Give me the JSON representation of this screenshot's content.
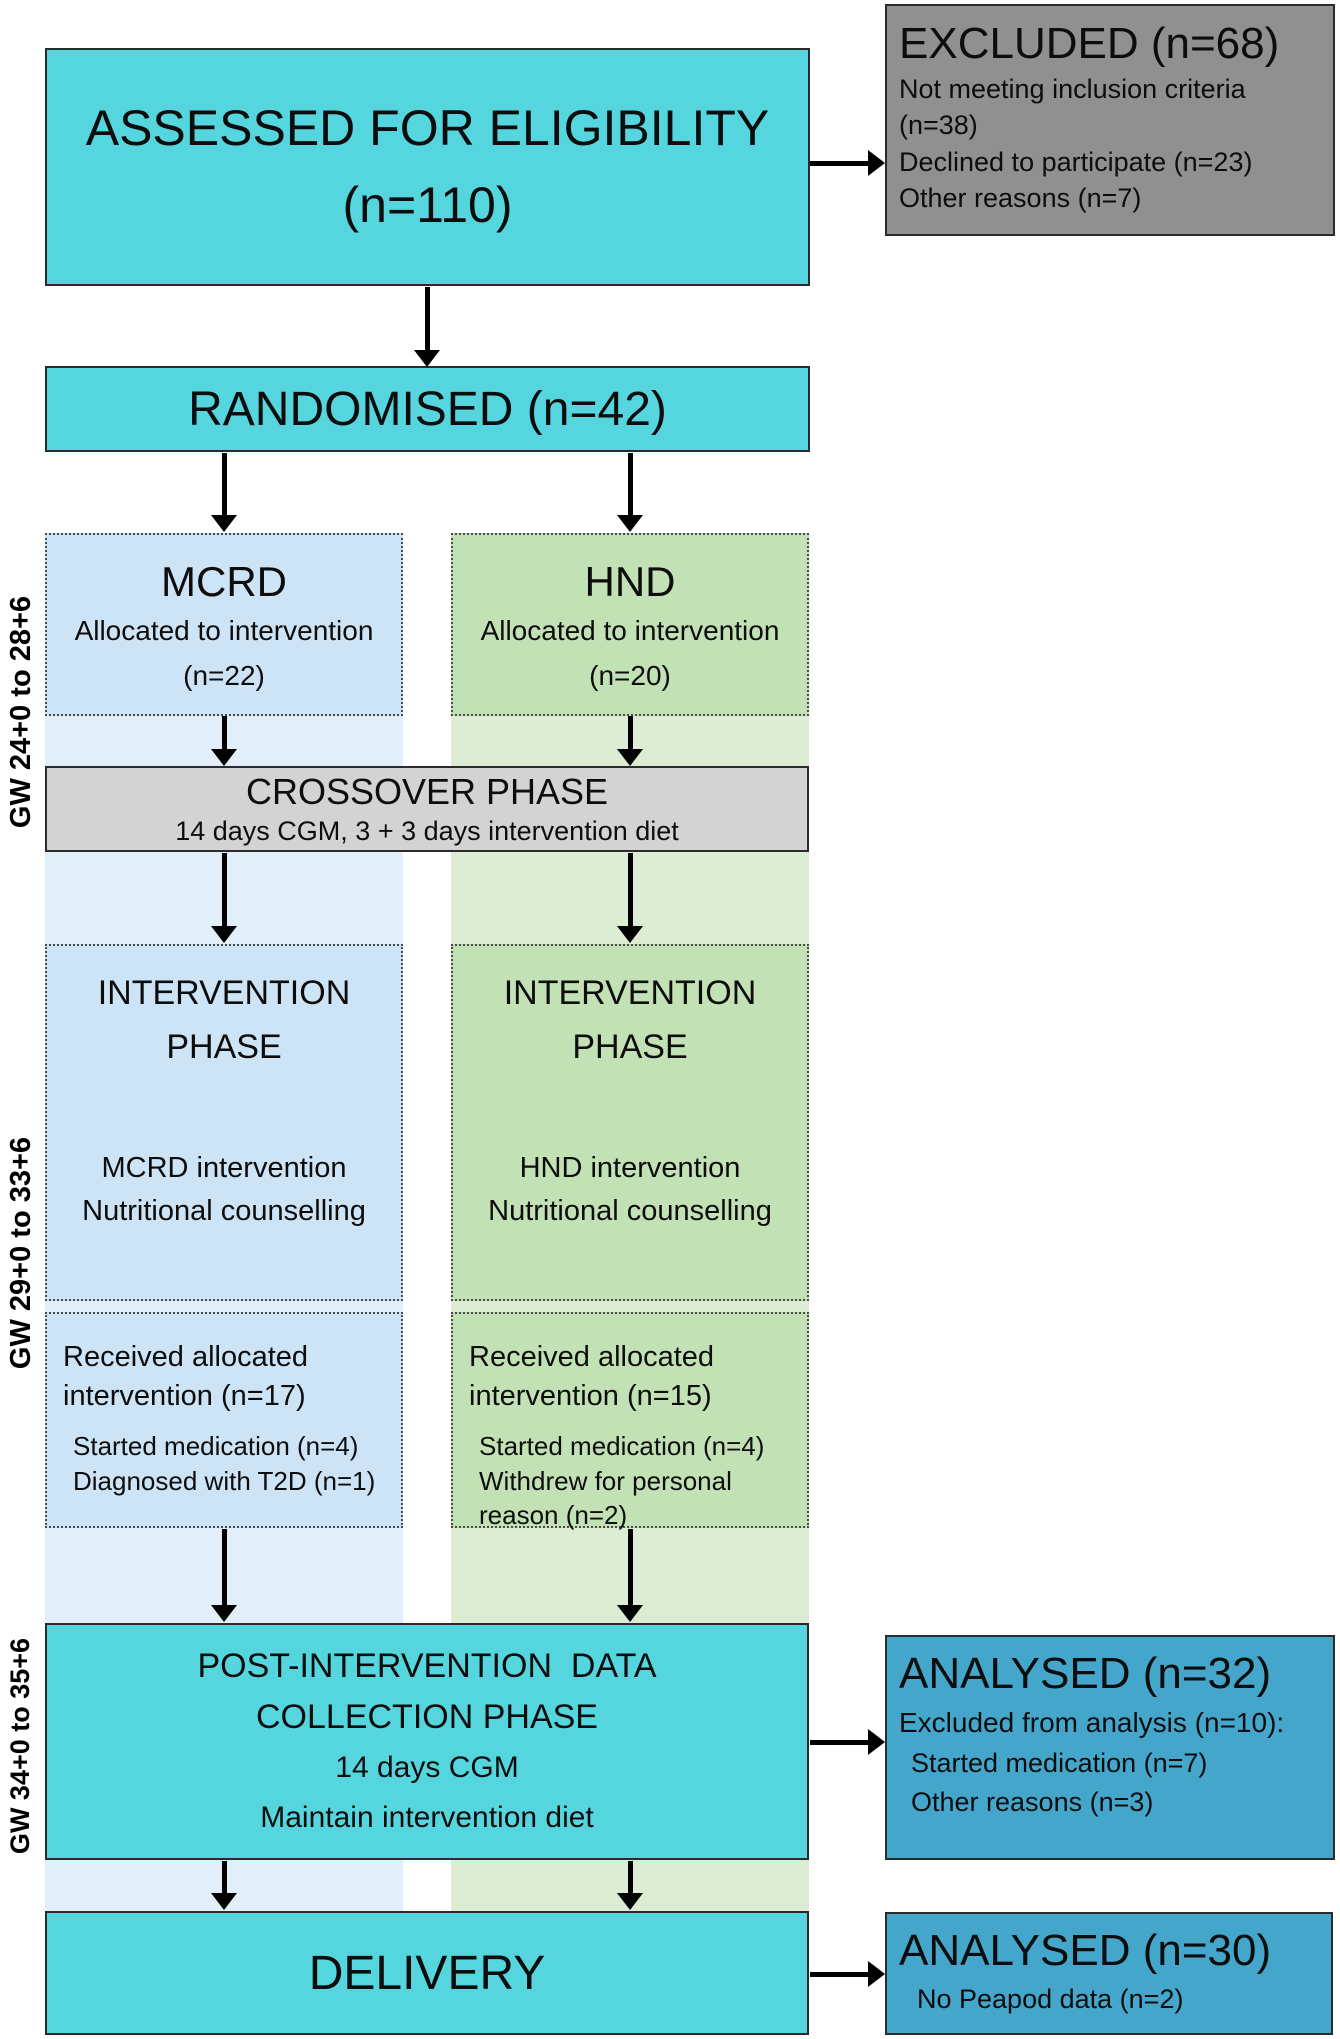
{
  "colors": {
    "teal": "#55d6de",
    "excluded_gray": "#909090",
    "crossover_gray": "#d3d3d3",
    "mcrd_blue_box": "#cde3f6",
    "mcrd_blue_band": "#e2eefa",
    "hnd_green_box": "#c2e1b5",
    "hnd_green_band": "#dcedd4",
    "analysed_blue": "#44a6cb",
    "arrow_black": "#000000"
  },
  "gw_labels": [
    "GW 24+0 to 28+6",
    "GW 29+0 to 33+6",
    "GW 34+0 to 35+6"
  ],
  "boxes": {
    "assessed": {
      "title": "ASSESSED FOR ELIGIBILITY",
      "n": "(n=110)"
    },
    "excluded": {
      "title": "EXCLUDED (n=68)",
      "lines": [
        "Not meeting inclusion criteria (n=38)",
        "Declined to participate (n=23)",
        "Other reasons (n=7)"
      ]
    },
    "randomised": {
      "title": "RANDOMISED (n=42)"
    },
    "mcrd": {
      "title": "MCRD",
      "line1": "Allocated to intervention",
      "line2": "(n=22)"
    },
    "hnd": {
      "title": "HND",
      "line1": "Allocated to intervention",
      "line2": "(n=20)"
    },
    "crossover": {
      "title": "CROSSOVER PHASE",
      "subtitle": "14 days CGM, 3 + 3 days intervention diet"
    },
    "intervention_mcrd": {
      "title1": "INTERVENTION",
      "title2": "PHASE",
      "body1": "MCRD intervention",
      "body2": "Nutritional counselling"
    },
    "intervention_hnd": {
      "title1": "INTERVENTION",
      "title2": "PHASE",
      "body1": "HND intervention",
      "body2": "Nutritional counselling"
    },
    "received_mcrd": {
      "main": "Received allocated intervention (n=17)",
      "subs": [
        "Started medication (n=4)",
        "Diagnosed with T2D (n=1)"
      ]
    },
    "received_hnd": {
      "main": "Received allocated intervention (n=15)",
      "subs": [
        "Started medication (n=4)",
        "Withdrew for personal reason (n=2)"
      ]
    },
    "post": {
      "title1": "POST-INTERVENTION  DATA",
      "title2": "COLLECTION PHASE",
      "line1": "14 days CGM",
      "line2": "Maintain intervention diet"
    },
    "analysed32": {
      "title": "ANALYSED (n=32)",
      "main": "Excluded from analysis (n=10):",
      "subs": [
        "Started medication (n=7)",
        "Other reasons (n=3)"
      ]
    },
    "delivery": {
      "title": "DELIVERY"
    },
    "analysed30": {
      "title": "ANALYSED (n=30)",
      "main": "No Peapod data (n=2)"
    }
  }
}
